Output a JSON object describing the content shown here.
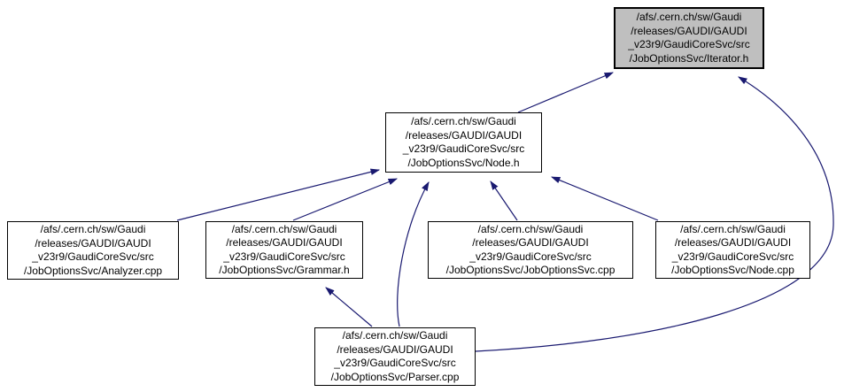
{
  "diagram": {
    "type": "include-dependency-graph",
    "background_color": "#ffffff",
    "edge_color": "#191970",
    "node_fill_color": "#ffffff",
    "highlighted_node_fill_color": "#bfbfbf",
    "node_border_color": "#000000",
    "nodes": {
      "iterator_h": {
        "label": "/afs/.cern.ch/sw/Gaudi\n/releases/GAUDI/GAUDI\n_v23r9/GaudiCoreSvc/src\n/JobOptionsSvc/Iterator.h",
        "file": "Iterator.h",
        "highlighted": true
      },
      "node_h": {
        "label": "/afs/.cern.ch/sw/Gaudi\n/releases/GAUDI/GAUDI\n_v23r9/GaudiCoreSvc/src\n/JobOptionsSvc/Node.h",
        "file": "Node.h",
        "highlighted": false
      },
      "analyzer_cpp": {
        "label": "/afs/.cern.ch/sw/Gaudi\n/releases/GAUDI/GAUDI\n_v23r9/GaudiCoreSvc/src\n/JobOptionsSvc/Analyzer.cpp",
        "file": "Analyzer.cpp",
        "highlighted": false
      },
      "grammar_h": {
        "label": "/afs/.cern.ch/sw/Gaudi\n/releases/GAUDI/GAUDI\n_v23r9/GaudiCoreSvc/src\n/JobOptionsSvc/Grammar.h",
        "file": "Grammar.h",
        "highlighted": false
      },
      "joboptionssvc_cpp": {
        "label": "/afs/.cern.ch/sw/Gaudi\n/releases/GAUDI/GAUDI\n_v23r9/GaudiCoreSvc/src\n/JobOptionsSvc/JobOptionsSvc.cpp",
        "file": "JobOptionsSvc.cpp",
        "highlighted": false
      },
      "node_cpp": {
        "label": "/afs/.cern.ch/sw/Gaudi\n/releases/GAUDI/GAUDI\n_v23r9/GaudiCoreSvc/src\n/JobOptionsSvc/Node.cpp",
        "file": "Node.cpp",
        "highlighted": false
      },
      "parser_cpp": {
        "label": "/afs/.cern.ch/sw/Gaudi\n/releases/GAUDI/GAUDI\n_v23r9/GaudiCoreSvc/src\n/JobOptionsSvc/Parser.cpp",
        "file": "Parser.cpp",
        "highlighted": false
      }
    },
    "edges": [
      {
        "from": "node_h",
        "to": "iterator_h"
      },
      {
        "from": "analyzer_cpp",
        "to": "node_h"
      },
      {
        "from": "grammar_h",
        "to": "node_h"
      },
      {
        "from": "parser_cpp",
        "to": "node_h"
      },
      {
        "from": "joboptionssvc_cpp",
        "to": "node_h"
      },
      {
        "from": "node_cpp",
        "to": "node_h"
      },
      {
        "from": "parser_cpp",
        "to": "grammar_h"
      },
      {
        "from": "parser_cpp",
        "to": "iterator_h"
      }
    ]
  }
}
